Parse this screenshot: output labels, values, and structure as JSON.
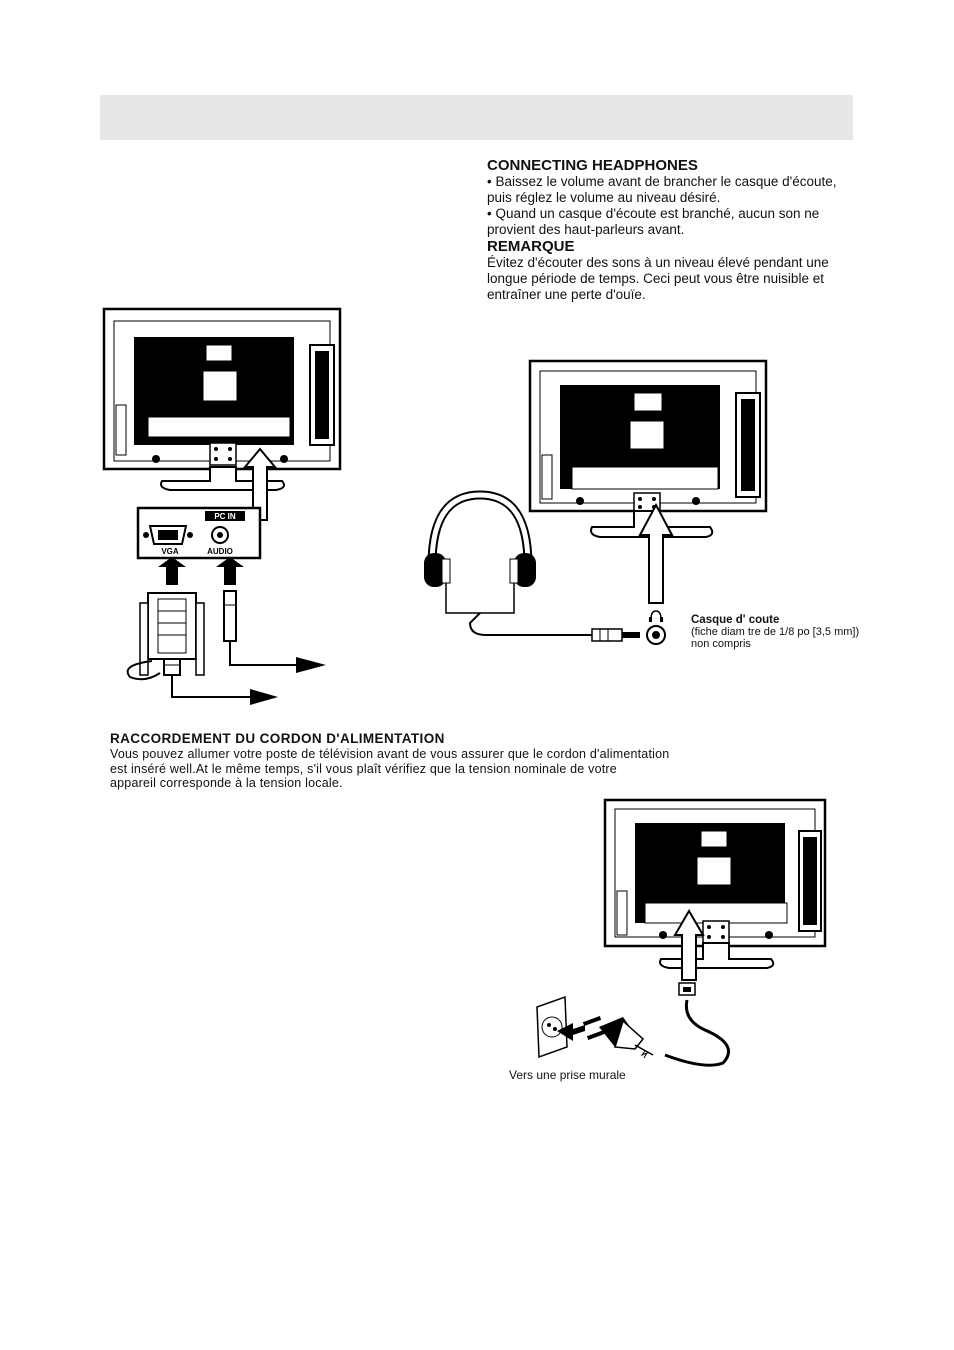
{
  "headphones": {
    "title": "CONNECTING HEADPHONES",
    "line1": "• Baissez le volume avant de brancher le casque d'écoute,",
    "line2": "puis réglez le volume au niveau désiré.",
    "line3": "• Quand un casque d'écoute est branché, aucun son ne",
    "line4": "provient des haut-parleurs avant.",
    "note_title": "REMARQUE",
    "note1": "Évitez d'écouter des sons à un niveau élevé pendant une",
    "note2": "longue période de temps. Ceci peut vous être nuisible et",
    "note3": "entraîner une perte d'ouïe."
  },
  "pc_diagram": {
    "panel_label": "PC IN",
    "vga_label": "VGA",
    "audio_label": "AUDIO"
  },
  "headphone_diagram": {
    "caption_title": "Casque d' coute",
    "caption_line1": "(fiche diam tre de 1/8 po [3,5 mm])",
    "caption_line2": "non compris"
  },
  "power": {
    "title": "RACCORDEMENT DU CORDON D'ALIMENTATION",
    "line1": "Vous pouvez allumer votre poste de télévision avant de vous assurer que le cordon d'alimentation",
    "line2": "est inséré well.At le même temps, s'il vous plaît vérifiez que la tension nominale de votre",
    "line3": "appareil corresponde à la tension locale.",
    "outlet_caption": "Vers une prise murale"
  }
}
